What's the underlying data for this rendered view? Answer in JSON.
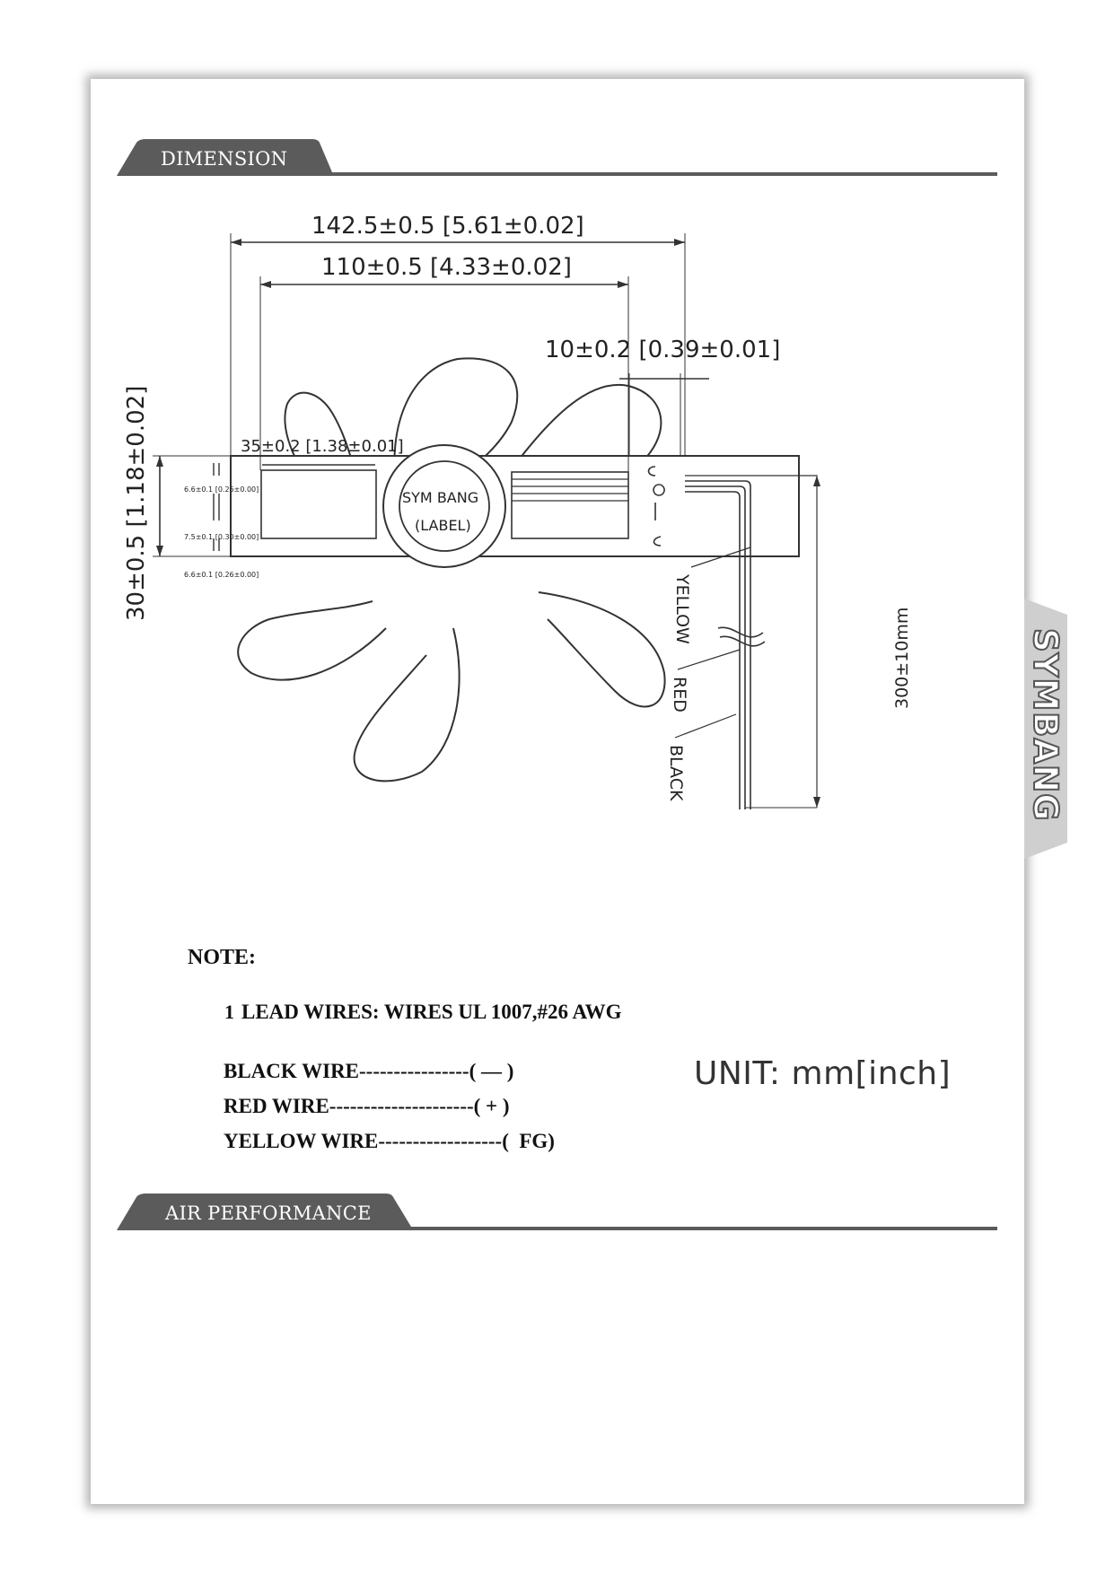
{
  "sections": {
    "dimension": "DIMENSION",
    "air_performance": "AIR PERFORMANCE"
  },
  "drawing": {
    "overall_length": "142.5±0.5  [5.61±0.02]",
    "hole_spacing": "110±0.5  [4.33±0.02]",
    "end_width": "10±0.2  [0.39±0.01]",
    "slot_length": "35±0.2  [1.38±0.01]",
    "height": "30±0.5  [1.18±0.02]",
    "small_dim_1": "6.6±0.1  [0.26±0.00]",
    "small_dim_2": "7.5±0.1  [0.30±0.00]",
    "small_dim_3": "6.6±0.1  [0.26±0.00]",
    "label_line1": "SYM  BANG",
    "label_line2": "(LABEL)",
    "lead_length": "300±10mm",
    "wire_yellow": "YELLOW",
    "wire_red": "RED",
    "wire_black": "BLACK"
  },
  "notes": {
    "title": "NOTE:",
    "item_number": "1",
    "lead_wires": "LEAD WIRES: WIRES UL 1007,#26 AWG",
    "black_wire": "BLACK WIRE----------------( — )",
    "red_wire": "RED WIRE---------------------( + )",
    "yellow_wire": "YELLOW WIRE------------------(  FG)"
  },
  "unit": "UNIT: mm[inch]",
  "brand": "SYMBANG",
  "colors": {
    "header_fill": "#5b5b5b",
    "rule": "#5b5b5b",
    "brand_tab": "#cfcfcf",
    "brand_accent": "#c0392b"
  }
}
